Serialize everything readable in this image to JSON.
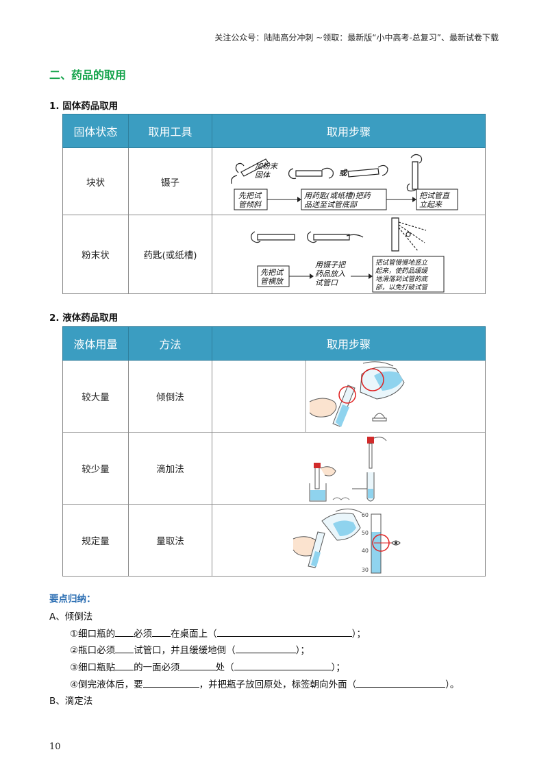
{
  "header_note": "关注公众号：陆陆高分冲刺  ~领取：最新版“小中高考-总复习”、最新试卷下载",
  "section_title": "二、药品的取用",
  "solid": {
    "heading": "1.  固体药品取用",
    "columns": [
      "固体状态",
      "取用工具",
      "取用步骤"
    ],
    "rows": [
      {
        "state": "块状",
        "tool": "镊子",
        "labels": {
          "top": "加粉末\n固体",
          "or": "或",
          "step1": "先把试\n管倾斜",
          "step2": "用药匙(或纸槽)把药\n品送至试管底部",
          "step3": "把试管直\n立起来"
        }
      },
      {
        "state": "粉末状",
        "tool": "药匙(或纸槽)",
        "labels": {
          "step1": "先把试\n管横放",
          "step2": "用镊子把\n药品放入\n试管口",
          "step3": "把试管慢慢地竖立\n起来，使药品缓缓\n地滑落到试管的底\n部，以免打破试管"
        }
      }
    ]
  },
  "liquid": {
    "heading": "2.  液体药品取用",
    "columns": [
      "液体用量",
      "方法",
      "取用步骤"
    ],
    "rows": [
      {
        "amount": "较大量",
        "method": "倾倒法"
      },
      {
        "amount": "较少量",
        "method": "滴加法"
      },
      {
        "amount": "规定量",
        "method": "量取法",
        "scale": [
          "60",
          "50",
          "40",
          "30"
        ]
      }
    ]
  },
  "key_points": {
    "title": "要点归纳：",
    "a_title": "A、倾倒法",
    "lines": [
      {
        "p1": "①细口瓶的",
        "p2": "必须",
        "p3": "在桌面上（",
        "p4": "）；"
      },
      {
        "p1": "②瓶口必须",
        "p2": "试管口，并且缓缓地倒（",
        "p3": "）；"
      },
      {
        "p1": "③细口瓶贴",
        "p2": "的一面必须",
        "p3": "处（",
        "p4": "）；"
      },
      {
        "p1": "④倒完液体后，要",
        "p2": "，并把瓶子放回原处，标签朝向外面（",
        "p3": "）。"
      }
    ],
    "b_title": "B、滴定法"
  },
  "page_number": "10",
  "colors": {
    "section": "#13a34a",
    "table_header": "#3b9dc1",
    "key_title": "#2d6fb3",
    "liquid": "#8fd3ee",
    "highlight": "#e02020"
  }
}
